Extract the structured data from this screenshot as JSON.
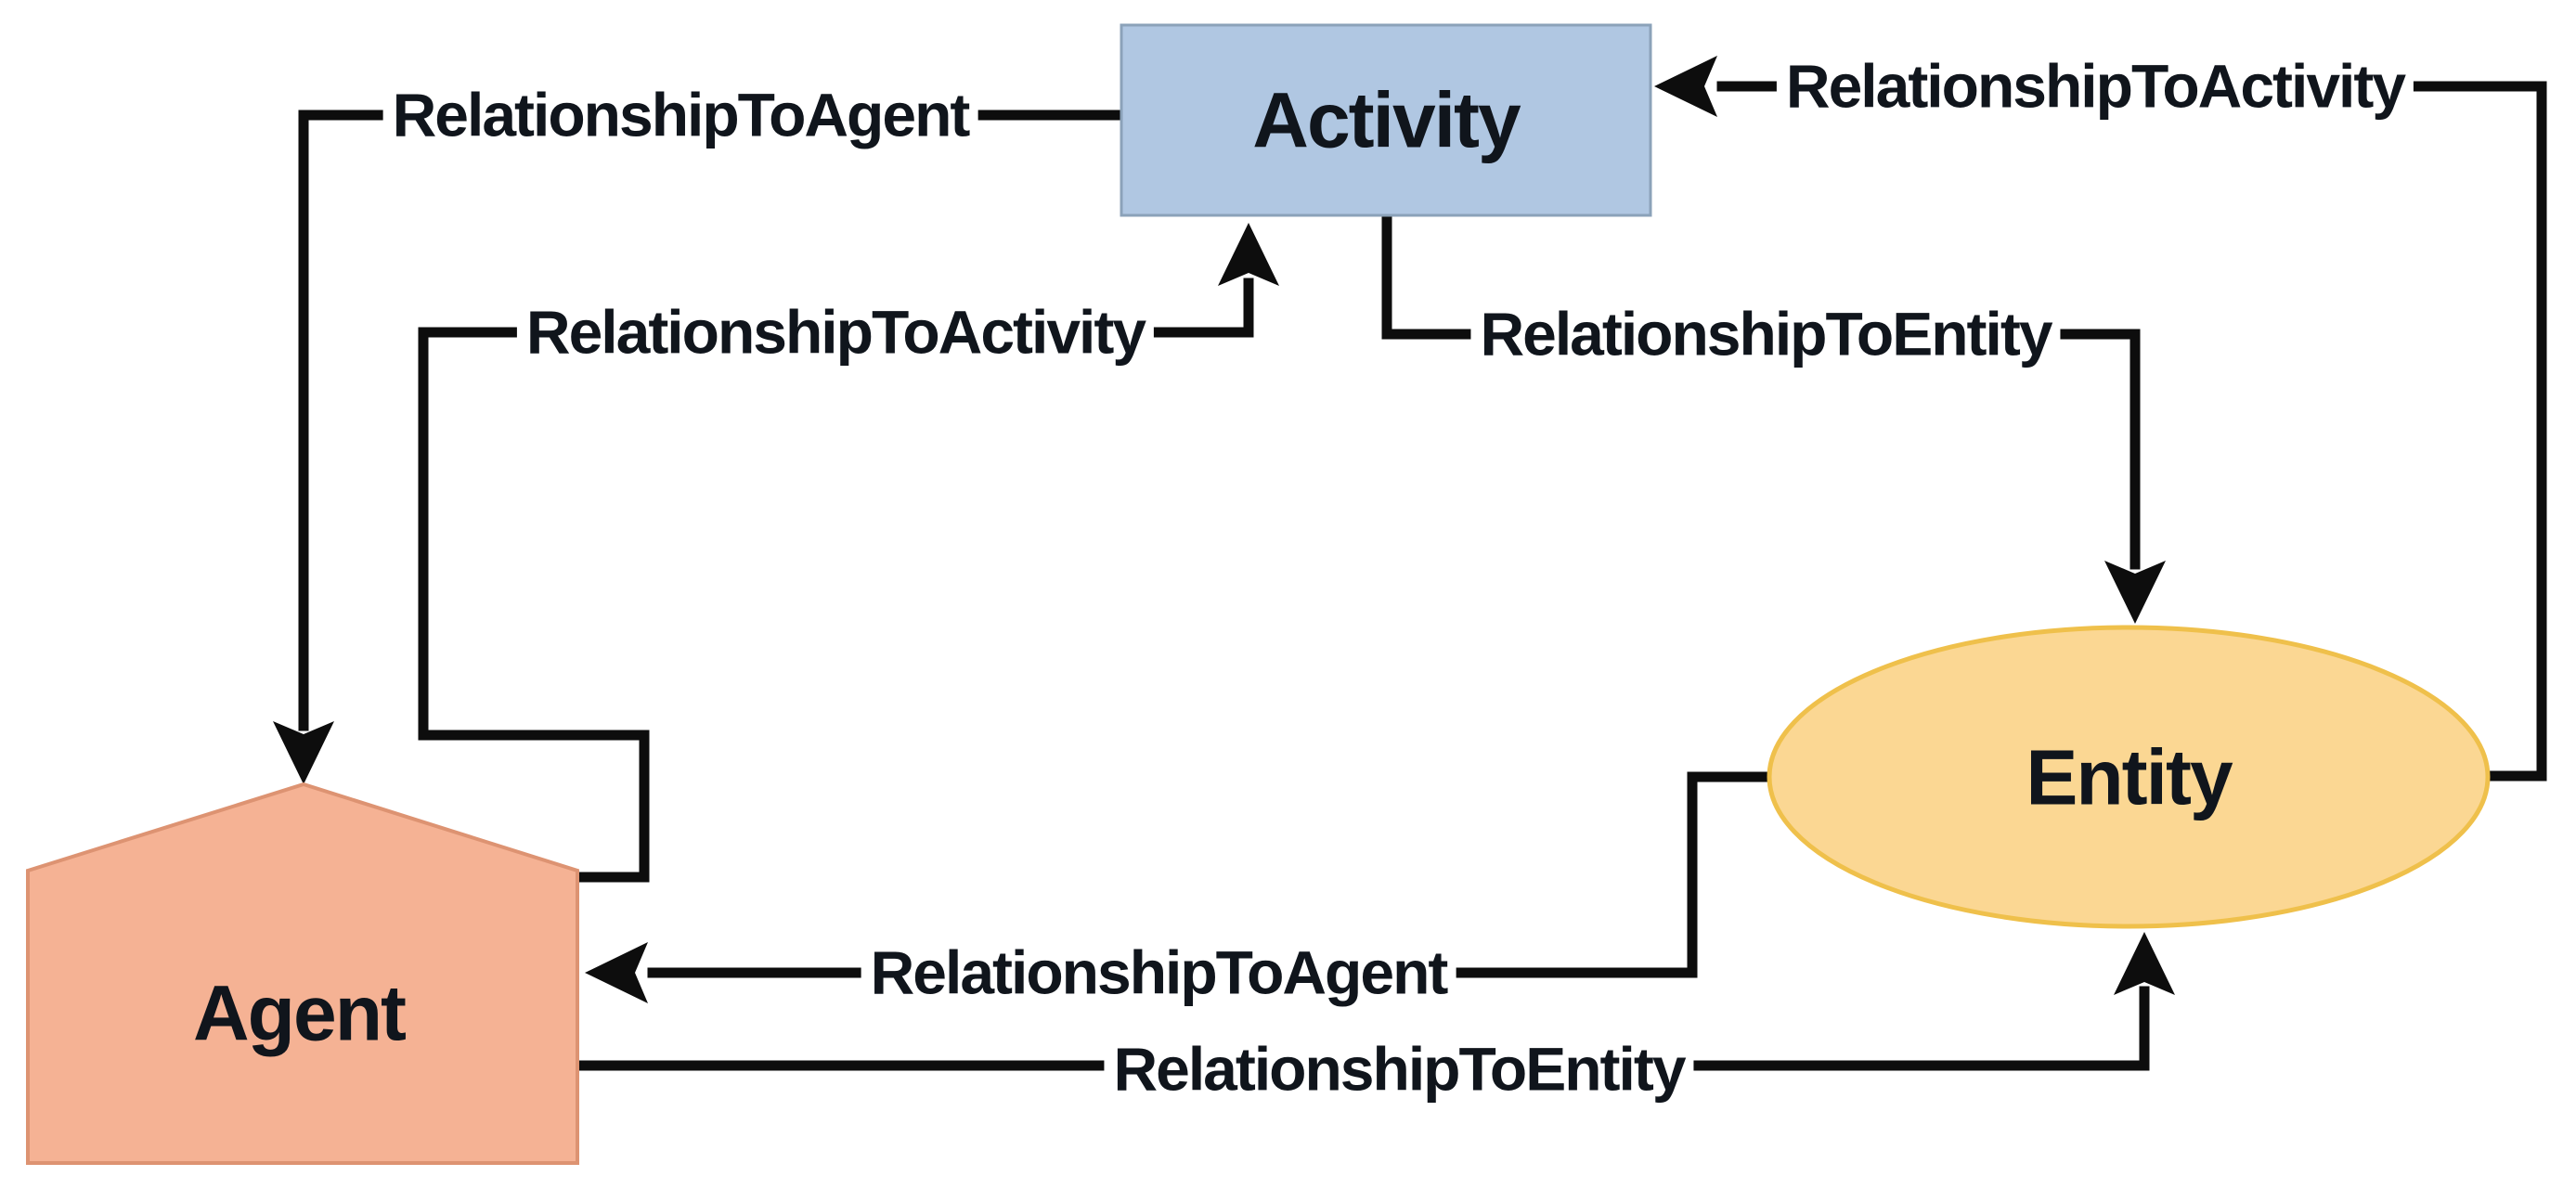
{
  "diagram": {
    "line_color": "#0d0d0d",
    "nodes": [
      {
        "id": "activity",
        "label": "Activity",
        "shape": "rectangle",
        "fill": "#b0c7e2",
        "border": "#8ba2b9"
      },
      {
        "id": "entity",
        "label": "Entity",
        "shape": "ellipse",
        "fill": "#fbd793",
        "border": "#efc04b"
      },
      {
        "id": "agent",
        "label": "Agent",
        "shape": "pentagon",
        "fill": "#f5b294",
        "border": "#dd9372"
      }
    ],
    "edges": [
      {
        "id": "activity-to-agent",
        "label": "RelationshipToAgent",
        "from": "Activity",
        "to": "Agent"
      },
      {
        "id": "agent-to-activity",
        "label": "RelationshipToActivity",
        "from": "Agent",
        "to": "Activity"
      },
      {
        "id": "activity-to-entity",
        "label": "RelationshipToEntity",
        "from": "Activity",
        "to": "Entity"
      },
      {
        "id": "entity-to-activity",
        "label": "RelationshipToActivity",
        "from": "Entity",
        "to": "Activity"
      },
      {
        "id": "entity-to-agent",
        "label": "RelationshipToAgent",
        "from": "Entity",
        "to": "Agent"
      },
      {
        "id": "agent-to-entity",
        "label": "RelationshipToEntity",
        "from": "Agent",
        "to": "Entity"
      }
    ]
  }
}
